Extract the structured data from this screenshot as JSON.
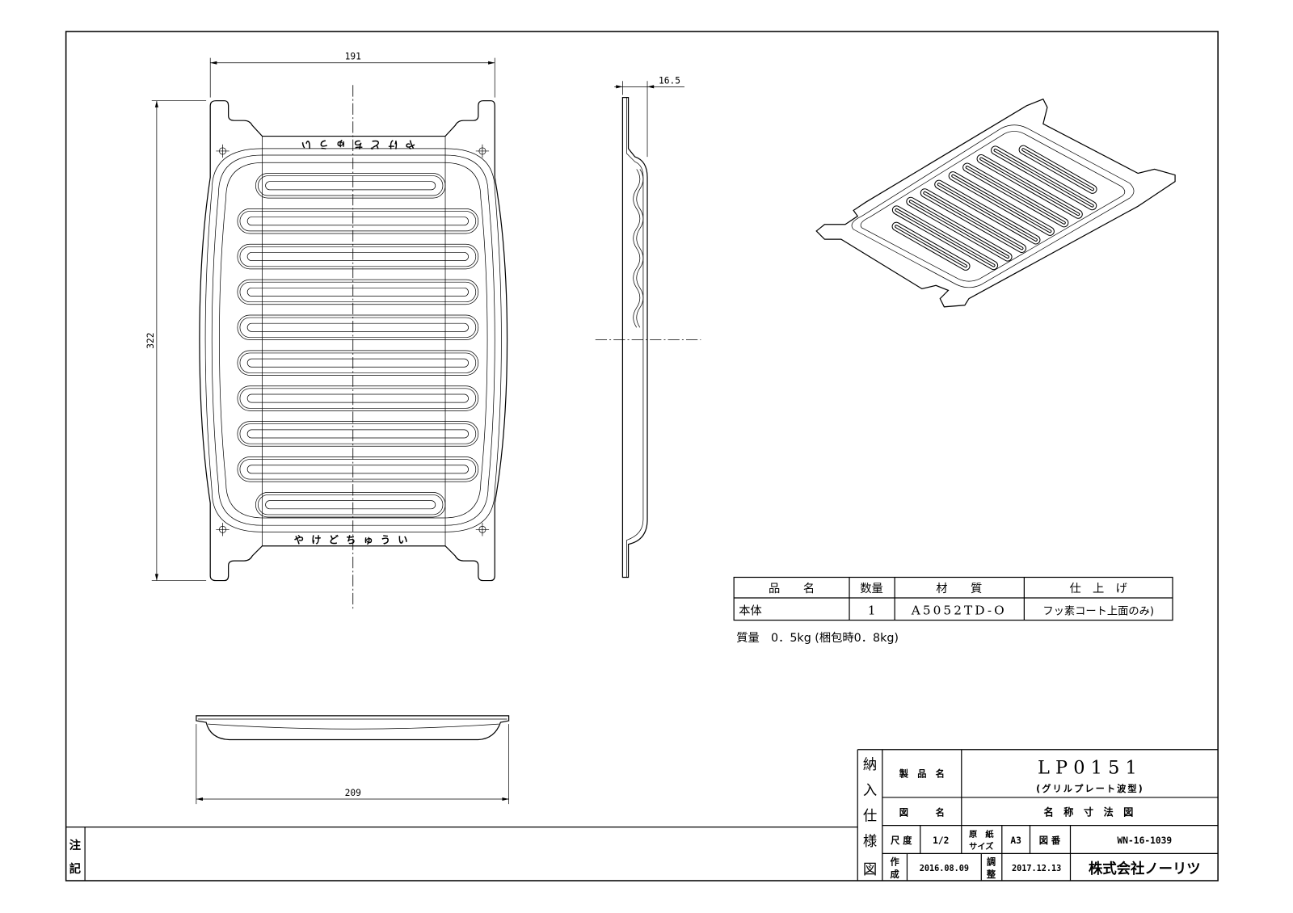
{
  "drawing": {
    "dimensions": {
      "width_top": "191",
      "height_left": "322",
      "side_thickness": "16.5",
      "width_bottom": "209"
    },
    "embossed_text_top": "やけどちゅうい",
    "embossed_text_bottom": "やけどちゅうい"
  },
  "parts_table": {
    "headers": [
      "品　　名",
      "数量",
      "材　　質",
      "仕　上　げ"
    ],
    "rows": [
      [
        "本体",
        "1",
        "A5052TD-O",
        "フッ素コート上面のみ)"
      ]
    ],
    "mass_note": "質量　0．5kg (梱包時0．8kg)"
  },
  "notes": {
    "label": "注記",
    "label_chars": [
      "注",
      "記"
    ]
  },
  "title_block": {
    "side_label_chars": [
      "納",
      "入",
      "仕",
      "様",
      "図"
    ],
    "product_name_label": "製　品　名",
    "product_code": "LP0151",
    "product_subtitle": "(グリルプレート波型)",
    "drawing_name_label": "図　　　名",
    "drawing_name": "名 称 寸 法 図",
    "scale_label": "尺 度",
    "scale": "1/2",
    "paper_size_label_1": "原　紙",
    "paper_size_label_2": "サイズ",
    "paper_size": "A3",
    "drawing_number_label": "図 番",
    "drawing_number": "WN-16-1039",
    "created_label_1": "作",
    "created_label_2": "成",
    "created_date": "2016.08.09",
    "revised_label_1": "調",
    "revised_label_2": "整",
    "revised_date": "2017.12.13",
    "company": "株式会社ノーリツ"
  }
}
